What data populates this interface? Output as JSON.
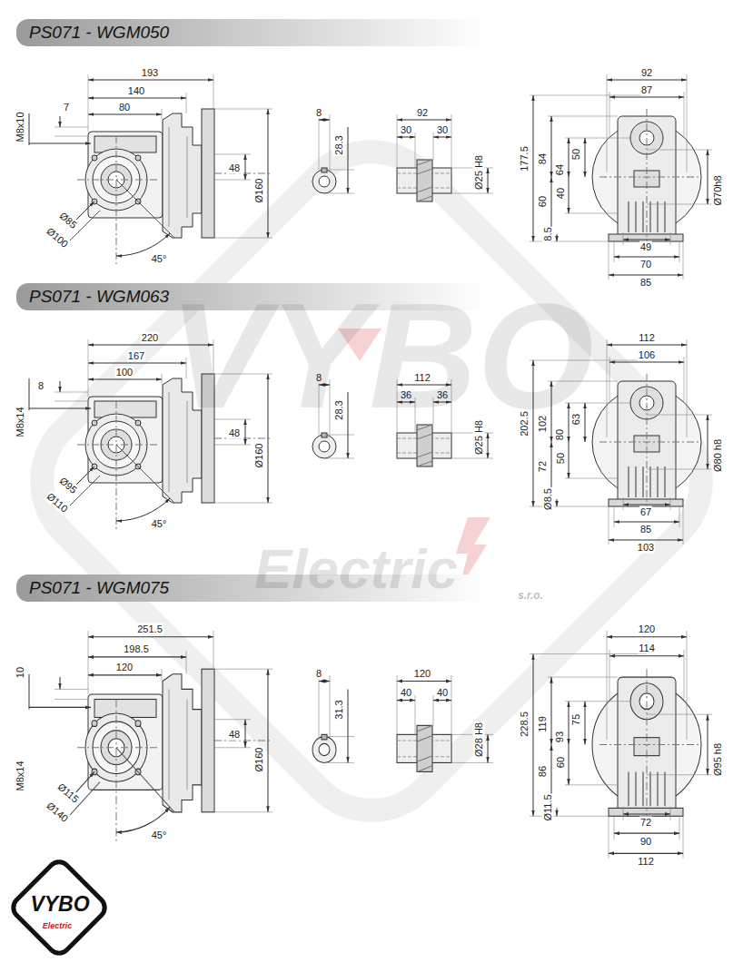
{
  "diagram": {
    "nodes": [
      {
        "text": [
          "PS071 - WGM050"
        ]
      },
      {
        "text": [
          "PS071 - WGM063"
        ]
      },
      {
        "text": [
          "PS071 - WGM075"
        ]
      }
    ],
    "labels": [
      "193",
      "140",
      "80",
      "7",
      "M8x10",
      "48",
      "Ø160",
      "Ø85",
      "Ø100",
      "45°",
      "8",
      "28.3",
      "92",
      "30",
      "30",
      "Ø25 H8",
      "92",
      "87",
      "177.5",
      "84",
      "64",
      "50",
      "40",
      "60",
      "8.5",
      "Ø70h8",
      "49",
      "70",
      "85",
      "220",
      "167",
      "100",
      "8",
      "M8x14",
      "48",
      "Ø160",
      "Ø95",
      "Ø110",
      "45°",
      "8",
      "28.3",
      "112",
      "36",
      "36",
      "Ø25 H8",
      "112",
      "106",
      "202.5",
      "102",
      "80",
      "63",
      "50",
      "72",
      "Ø8.5",
      "Ø80 h8",
      "67",
      "85",
      "103",
      "251.5",
      "198.5",
      "120",
      "10",
      "M8x14",
      "48",
      "Ø160",
      "Ø115",
      "Ø140",
      "45°",
      "8",
      "31.3",
      "120",
      "40",
      "40",
      "Ø28 H8",
      "120",
      "114",
      "228.5",
      "119",
      "93",
      "75",
      "60",
      "86",
      "Ø11.5",
      "Ø95 h8",
      "72",
      "90",
      "112",
      "VYBO",
      "Electric",
      "s.r.o.",
      "VYBO",
      "Electric"
    ]
  }
}
